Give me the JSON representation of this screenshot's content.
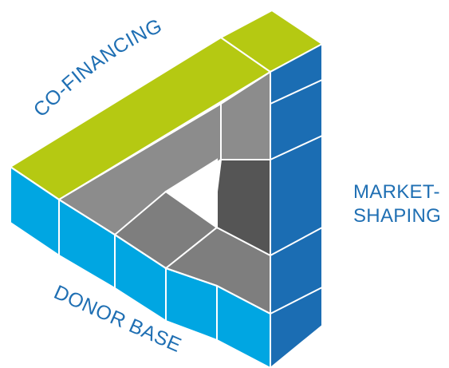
{
  "labels": {
    "top": "CO-FINANCING",
    "right_line1": "MARKET-",
    "right_line2": "SHAPING",
    "bottom": "DONOR BASE"
  },
  "colors": {
    "green_top": "#b5c912",
    "green_left": "#a1b30e",
    "light_blue": "#00a6e2",
    "dark_blue": "#1b6db3",
    "gray_mid": "#8c8c8c",
    "gray_light": "#7e7e7e",
    "gray_dark": "#555555",
    "text_blue": "#1f6fb3"
  }
}
